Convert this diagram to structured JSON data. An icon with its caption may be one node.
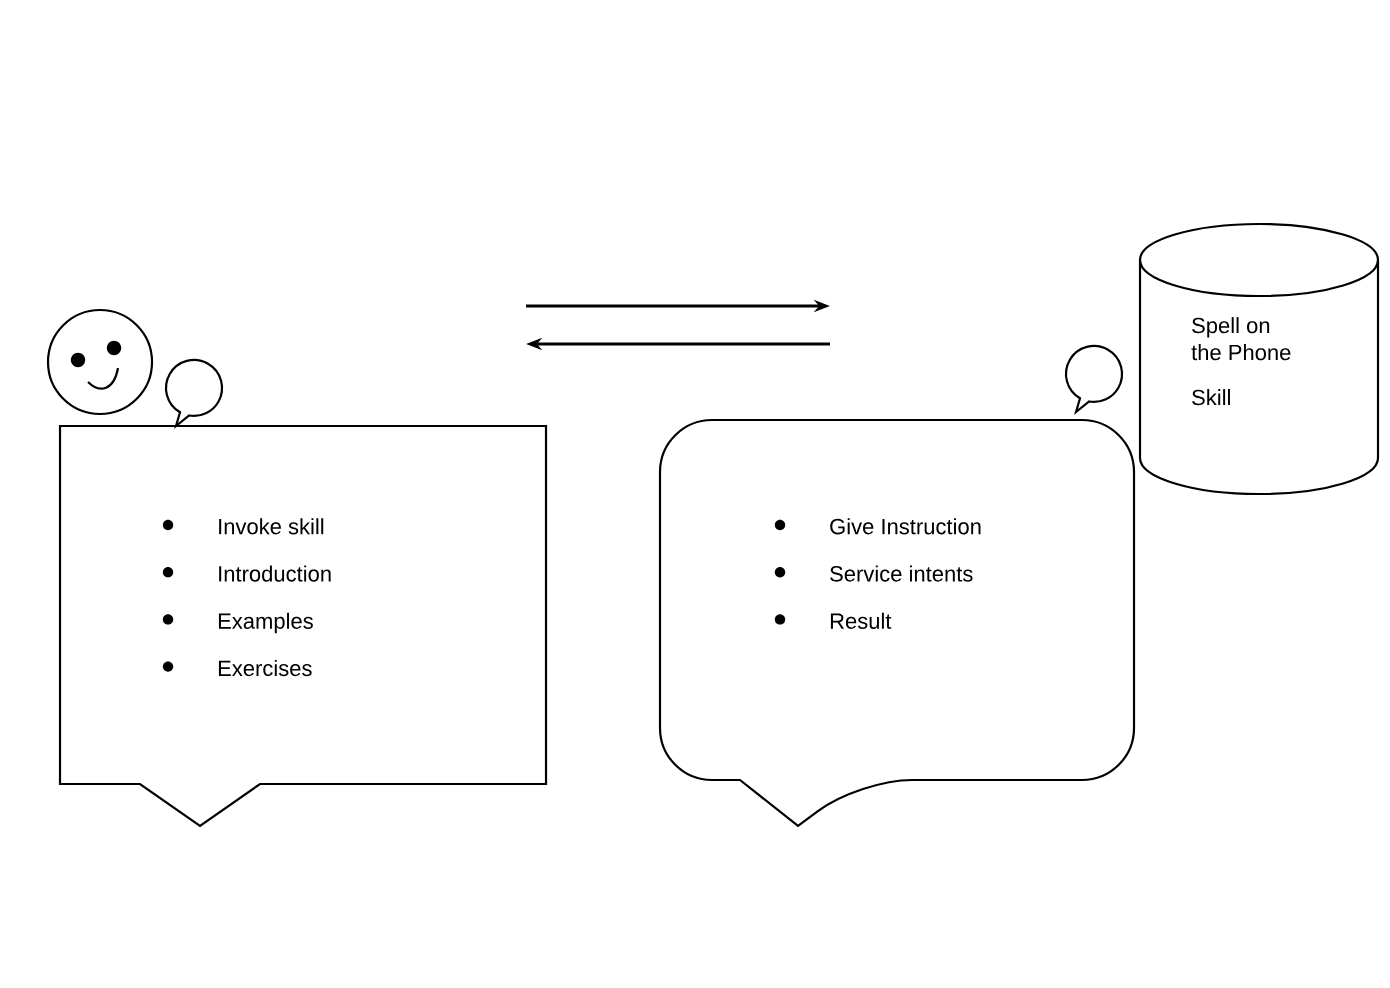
{
  "diagram": {
    "nodes": [
      {
        "text": [
          "Invoke skill",
          "Introduction",
          "Examples",
          "Exercises"
        ]
      },
      {
        "text": [
          "Give Instruction",
          "Service intents",
          "Result"
        ]
      },
      {
        "text": [
          "Spell on the Phone",
          "Skill"
        ]
      }
    ],
    "edges": [
      {
        "from": 0,
        "to": 1,
        "arrow": "to"
      },
      {
        "from": 1,
        "to": 0,
        "arrow": "to"
      }
    ]
  }
}
